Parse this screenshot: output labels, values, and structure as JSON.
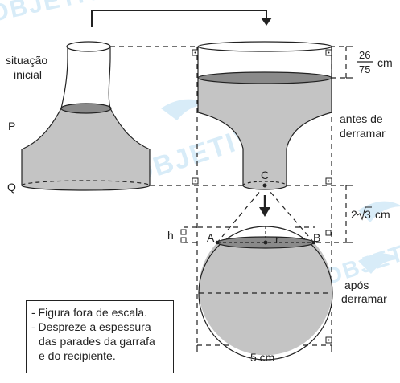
{
  "watermark": "OBJETIVO",
  "labels": {
    "situacao_inicial_line1": "situação",
    "situacao_inicial_line2": "inicial",
    "P": "P",
    "Q": "Q",
    "C": "C",
    "A": "A",
    "B": "B",
    "r": "r",
    "h": "h",
    "antes_line1": "antes de",
    "antes_line2": "derramar",
    "apos_line1": "após",
    "apos_line2": "derramar"
  },
  "dimensions": {
    "fraction_numerator": "26",
    "fraction_denominator": "75",
    "fraction_unit": "cm",
    "height_coef": "2",
    "height_radicand": "3",
    "height_unit": "cm",
    "diameter": "5 cm"
  },
  "notes": [
    "- Figura fora de escala.",
    "- Despreze a espessura",
    "das parades da garrafa",
    "e do recipiente."
  ],
  "colors": {
    "liquid": "#c4c4c4",
    "liquid_top": "#8a8a8a",
    "stroke": "#222222",
    "watermark": "#d8ecf8"
  }
}
